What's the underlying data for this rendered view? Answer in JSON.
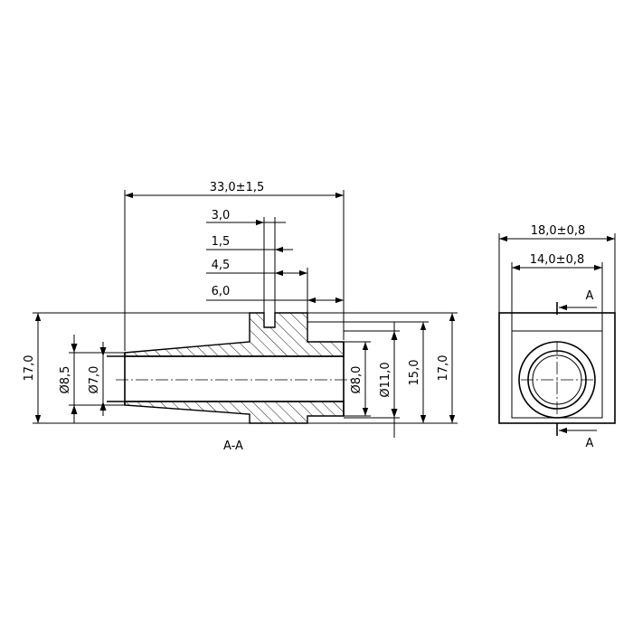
{
  "section_view": {
    "label": "A-A",
    "dims": {
      "overall_length": "33,0±1,5",
      "slot_width": "3,0",
      "slot_offset": "1,5",
      "slot_to_step": "4,5",
      "step_length": "6,0",
      "height_left": "17,0",
      "height_right": "17,0",
      "outer_left_dia": "Ø8,5",
      "bore_dia": "Ø7,0",
      "bore_right_dia": "Ø8,0",
      "outer_right_dia": "Ø11,0",
      "flange_height": "15,0"
    }
  },
  "end_view": {
    "dims": {
      "outer_width": "18,0±0,8",
      "inner_width": "14,0±0,8"
    },
    "section_marks": [
      "A",
      "A"
    ]
  }
}
